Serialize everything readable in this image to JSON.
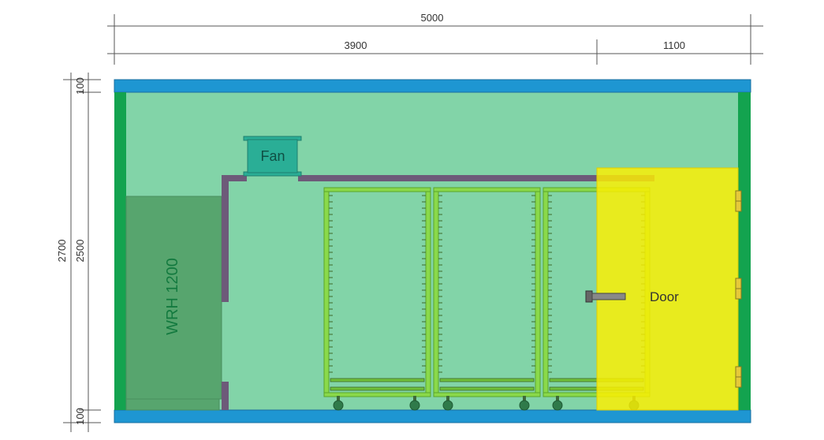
{
  "dimensions": {
    "total_width": "5000",
    "room_width": "3900",
    "door_width": "1100",
    "total_height": "2700",
    "inner_height": "2500",
    "top_wall": "100",
    "bottom_wall": "100"
  },
  "labels": {
    "fan": "Fan",
    "unit": "WRH 1200",
    "door": "Door"
  },
  "colors": {
    "room": "#82d4a8",
    "outer_wall": "#1e96d2",
    "side_wall": "#13a34f",
    "unit": "#57a56e",
    "fan": "#2aae96",
    "duct": "#6d5a79",
    "trolley": "#8ad94a",
    "door": "#fff000",
    "dim_line": "#555555"
  }
}
